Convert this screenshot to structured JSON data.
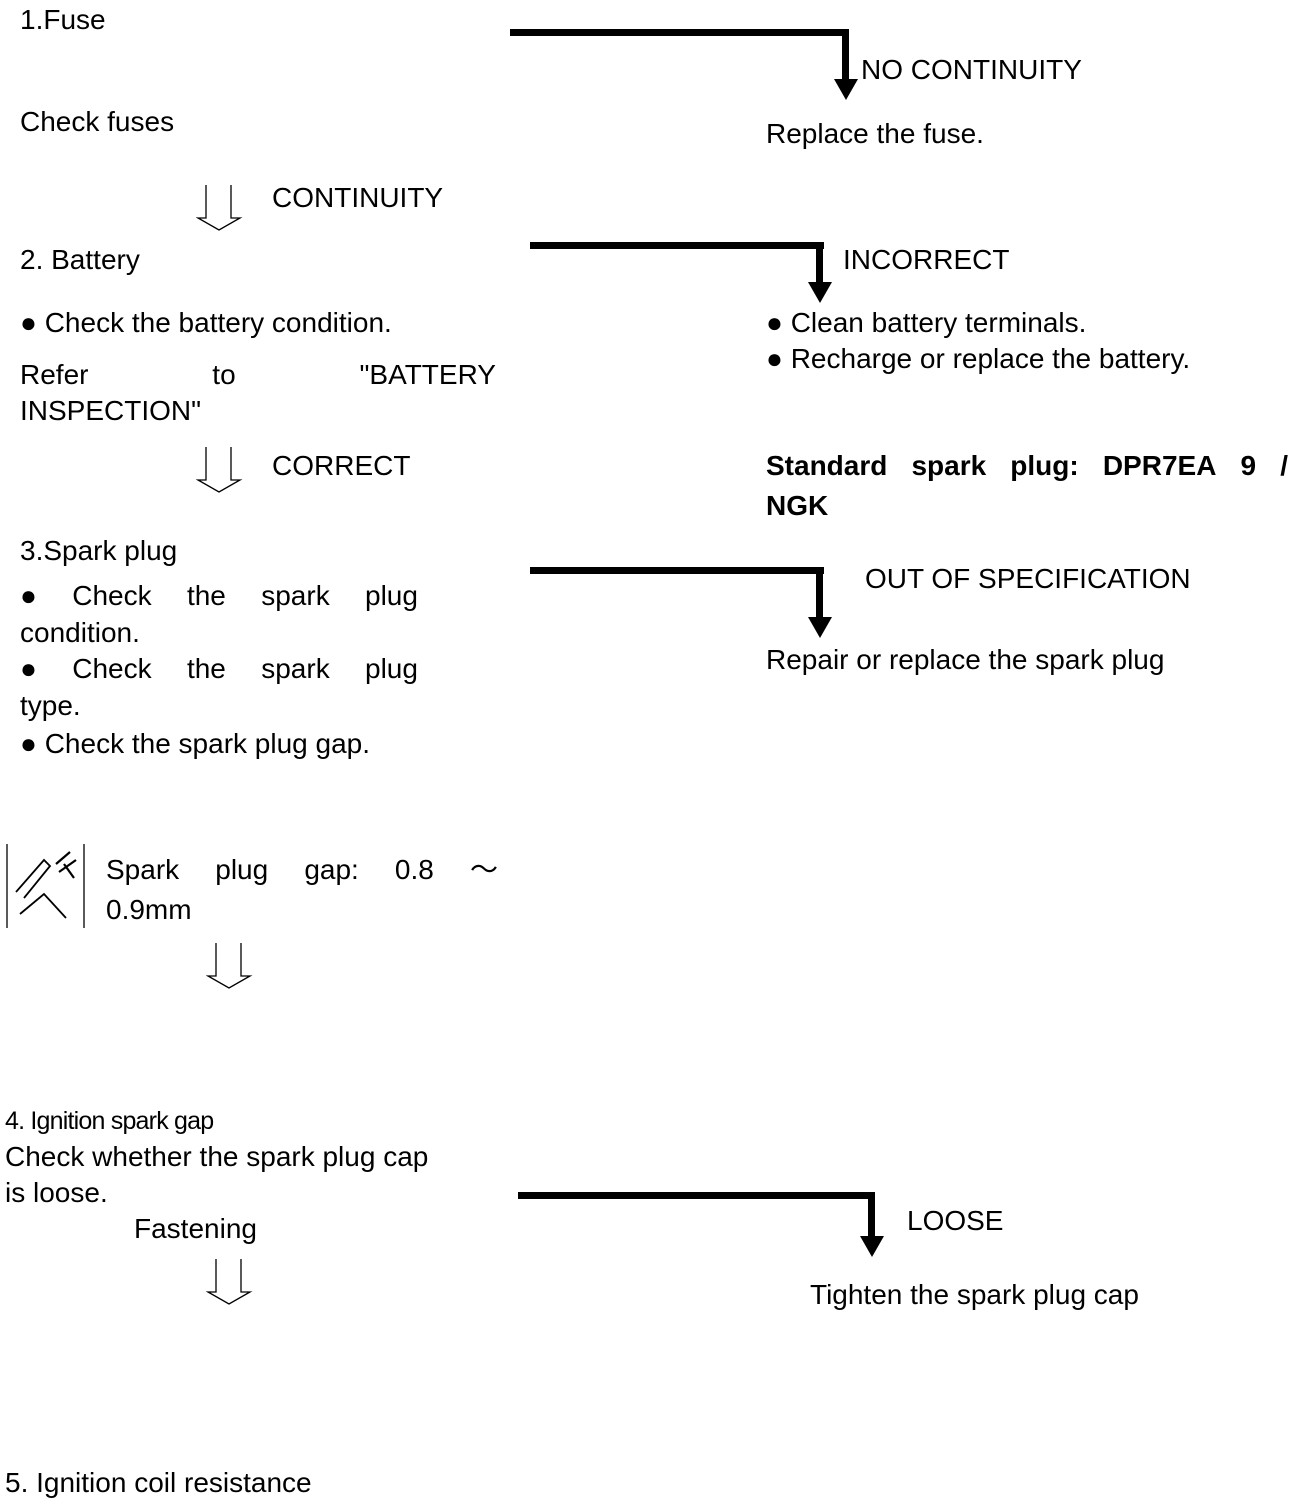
{
  "steps": {
    "s1": {
      "title": "1.Fuse",
      "action": "Check fuses",
      "pass": "CONTINUITY",
      "fail": "NO CONTINUITY",
      "remedy": "Replace the fuse."
    },
    "s2": {
      "title": "2. Battery",
      "check": "Check the battery condition.",
      "refer": [
        "Refer",
        "to",
        "\"BATTERY"
      ],
      "refer_line2": "INSPECTION\"",
      "pass": "CORRECT",
      "fail": "INCORRECT",
      "remedies": [
        "Clean battery terminals.",
        "Recharge or replace the battery."
      ]
    },
    "spec": {
      "line1": [
        "Standard",
        "spark",
        "plug:",
        "DPR7EA",
        "9",
        "/"
      ],
      "line2": "NGK"
    },
    "s3": {
      "title": "3.Spark plug",
      "check_condition": [
        "Check",
        "the",
        "spark",
        "plug"
      ],
      "check_condition_l2": "condition.",
      "check_type": [
        "Check",
        "the",
        "spark",
        "plug"
      ],
      "check_type_l2": "type.",
      "check_gap": "Check the spark plug gap.",
      "gap_spec": [
        "Spark",
        "plug",
        "gap:",
        "0.8",
        "～"
      ],
      "gap_spec_l2": "0.9mm",
      "fail": "OUT OF SPECIFICATION",
      "remedy": "Repair or replace the spark plug"
    },
    "s4": {
      "title": "4. Ignition spark gap",
      "action_l1": "Check whether the spark plug cap",
      "action_l2": "is loose.",
      "pass": "Fastening",
      "fail": "LOOSE",
      "remedy": "Tighten the spark plug cap"
    },
    "s5": {
      "title": "5. Ignition coil resistance"
    }
  },
  "bullet": "●",
  "icons": {
    "feeler-gauge": "feeler-gauge-icon"
  }
}
